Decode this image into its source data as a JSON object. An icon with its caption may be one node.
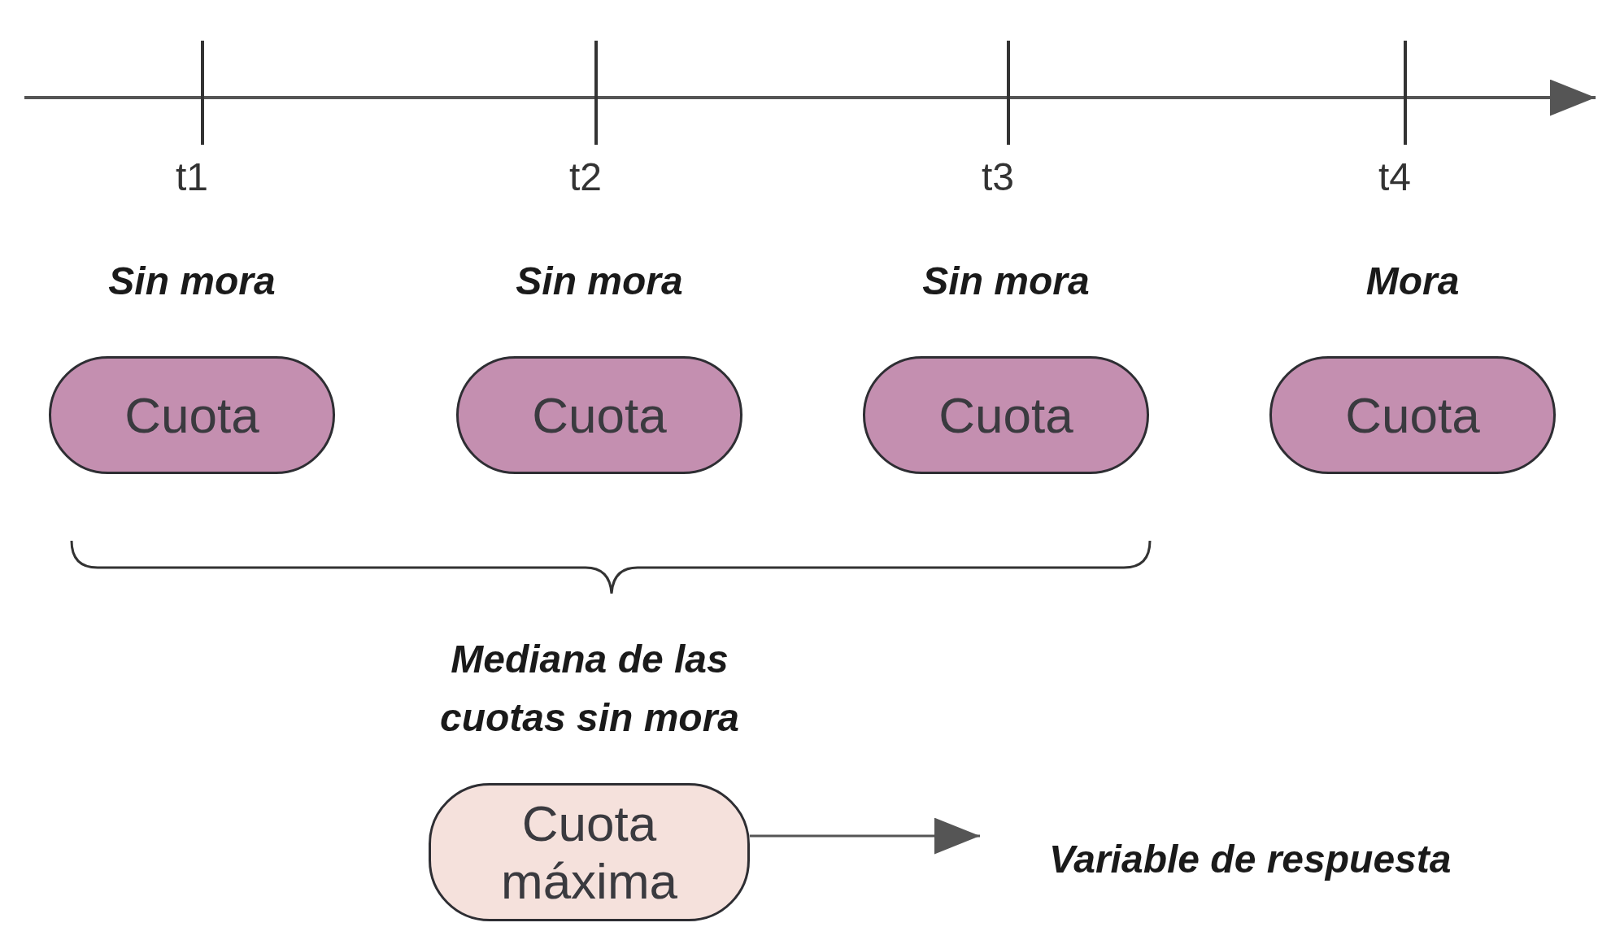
{
  "diagram": {
    "nodes": [
      {
        "text": [
          "Cuota"
        ],
        "beside": [
          "Sin mora"
        ]
      },
      {
        "text": [
          "Cuota"
        ],
        "beside": [
          "Sin mora"
        ]
      },
      {
        "text": [
          "Cuota"
        ],
        "beside": [
          "Sin mora"
        ]
      },
      {
        "text": [
          "Cuota"
        ],
        "beside": [
          "Mora"
        ]
      },
      {
        "text": [
          "Cuota máxima"
        ]
      },
      {
        "text": [
          "Variable de respuesta"
        ]
      }
    ],
    "edges": [
      {
        "from": 4,
        "to": 5,
        "arrow": "to"
      }
    ],
    "labels": [
      "t1",
      "t2",
      "t3",
      "t4",
      "Mediana de las cuotas sin mora"
    ]
  }
}
